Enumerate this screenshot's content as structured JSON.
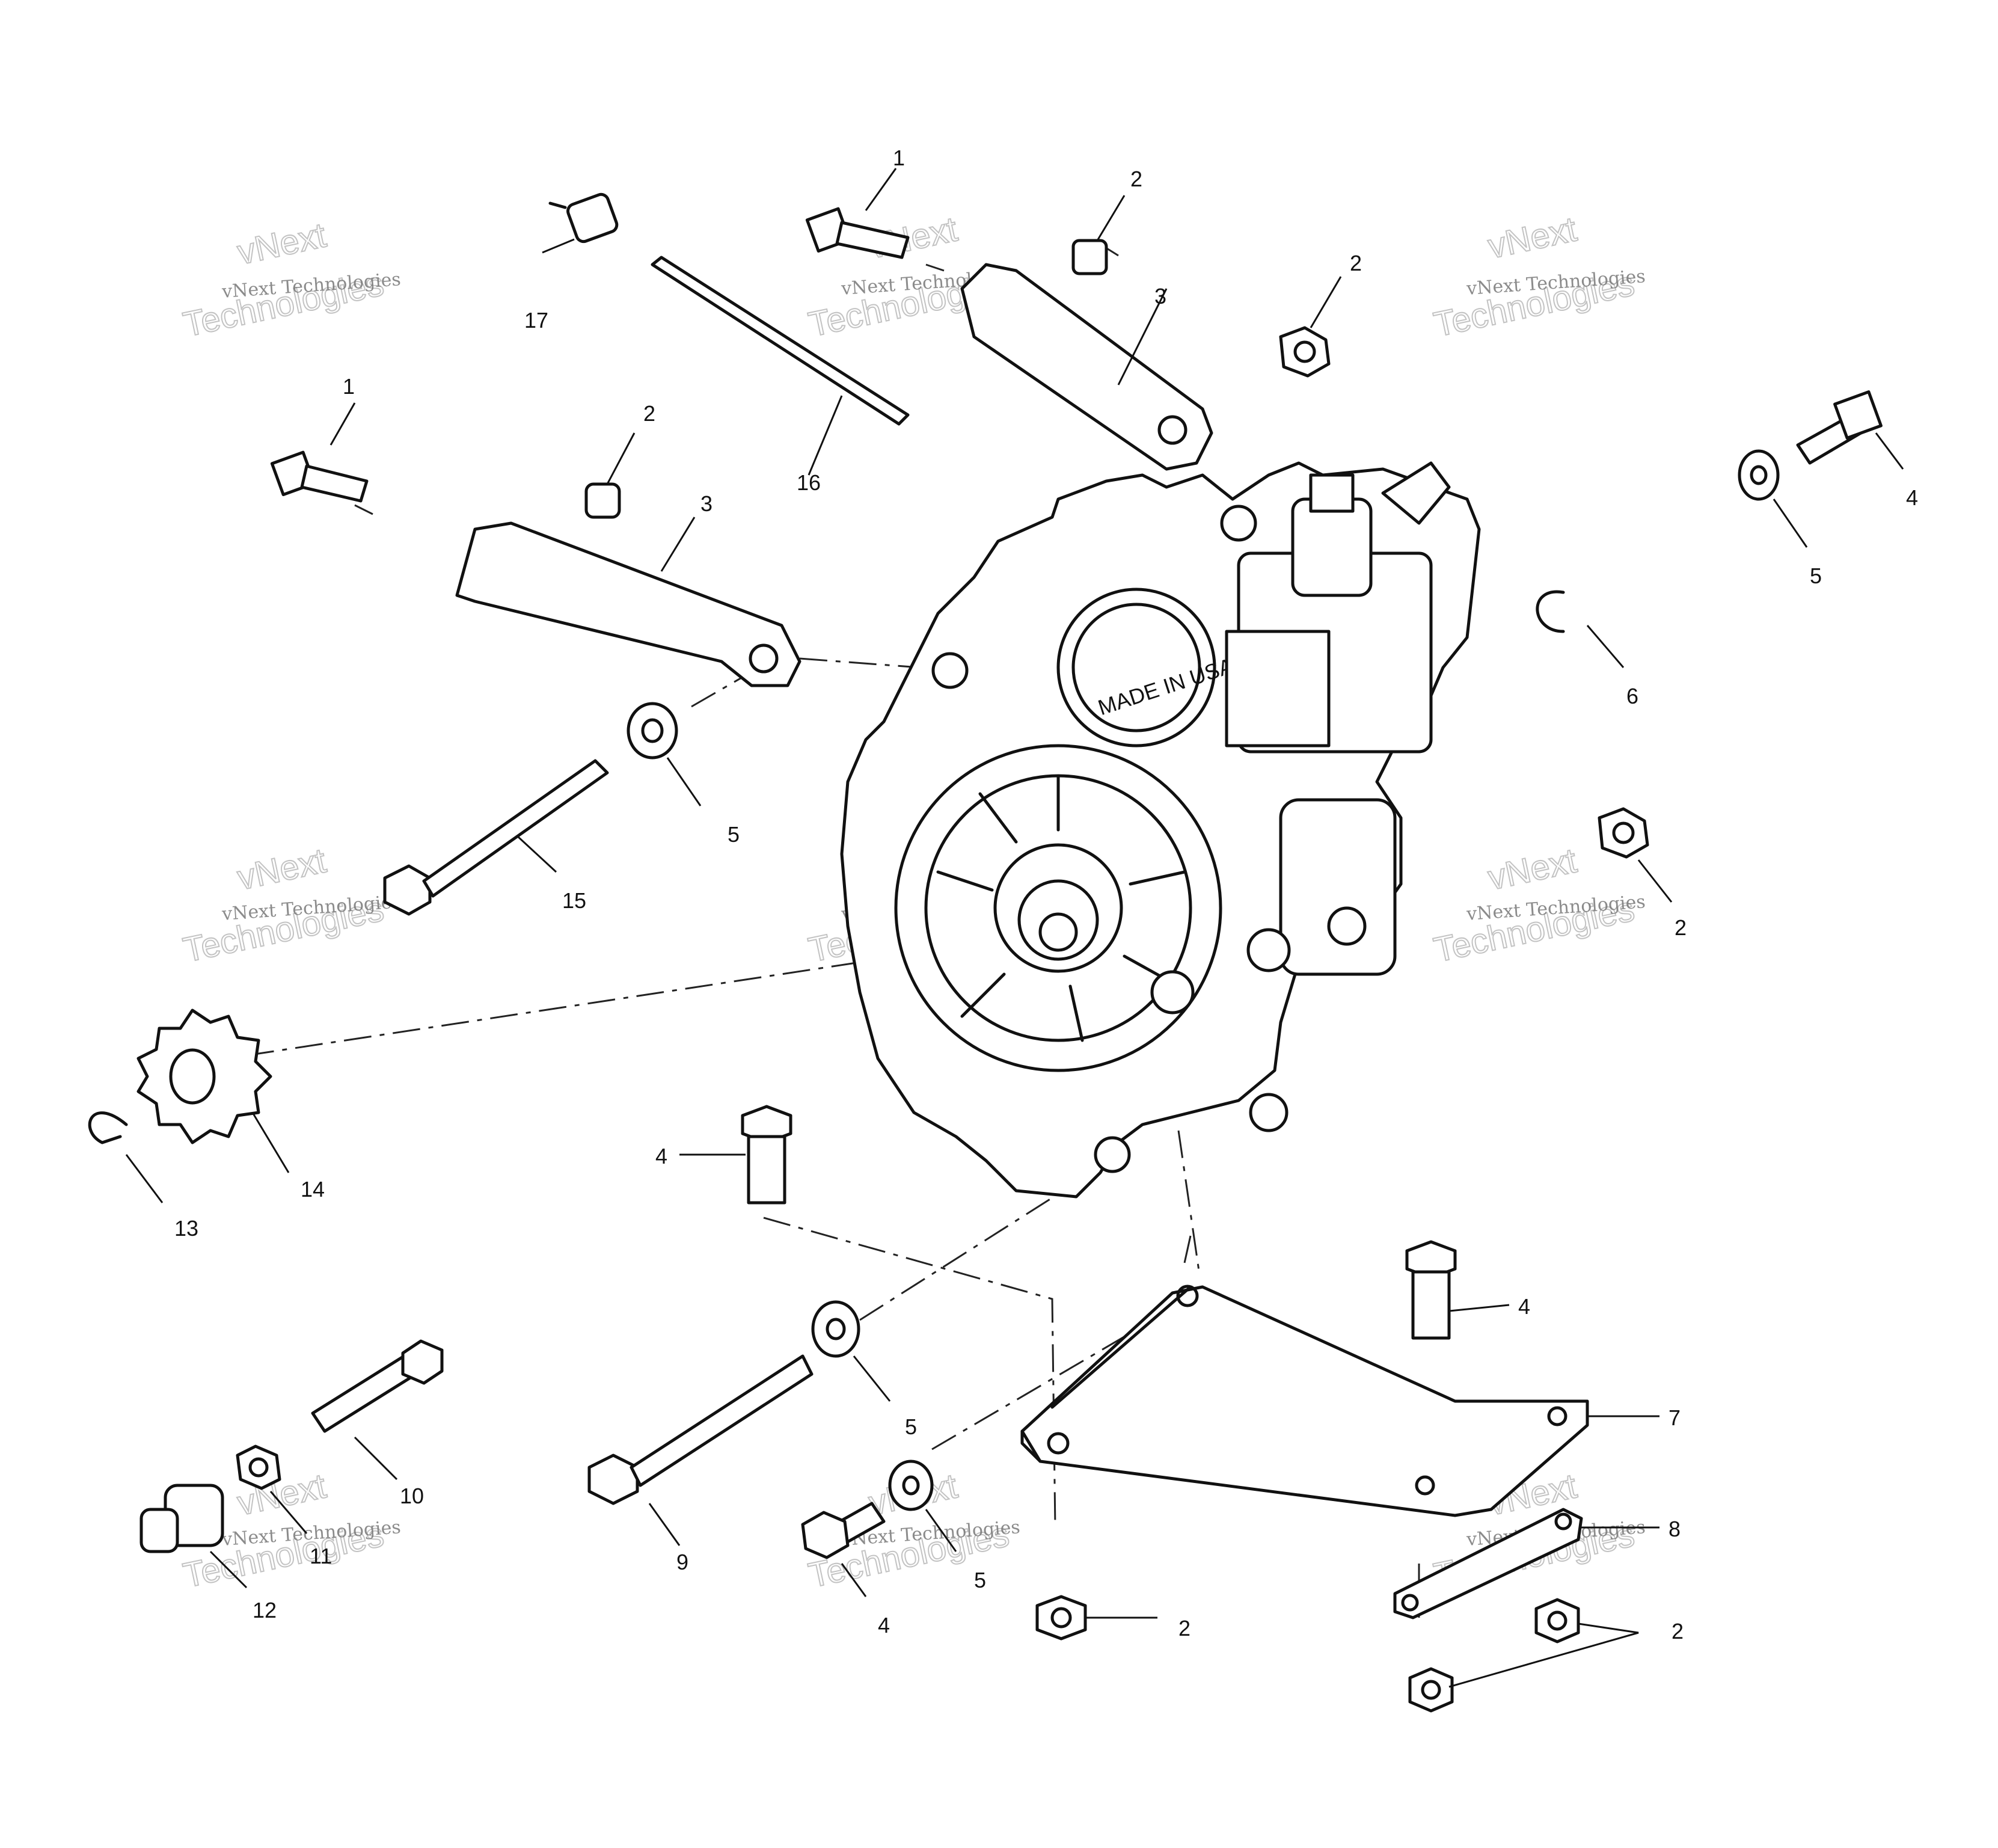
{
  "callouts": [
    {
      "key": "c1a",
      "text": "1"
    },
    {
      "key": "c2a",
      "text": "2"
    },
    {
      "key": "c2b",
      "text": "2"
    },
    {
      "key": "c3a",
      "text": "3"
    },
    {
      "key": "c17",
      "text": "17"
    },
    {
      "key": "c1b",
      "text": "1"
    },
    {
      "key": "c2c",
      "text": "2"
    },
    {
      "key": "c3b",
      "text": "3"
    },
    {
      "key": "c16",
      "text": "16"
    },
    {
      "key": "c4a",
      "text": "4"
    },
    {
      "key": "c5a",
      "text": "5"
    },
    {
      "key": "c6",
      "text": "6"
    },
    {
      "key": "c5b",
      "text": "5"
    },
    {
      "key": "c15",
      "text": "15"
    },
    {
      "key": "c2d",
      "text": "2"
    },
    {
      "key": "c14",
      "text": "14"
    },
    {
      "key": "c13",
      "text": "13"
    },
    {
      "key": "c4b",
      "text": "4"
    },
    {
      "key": "c4c",
      "text": "4"
    },
    {
      "key": "c7",
      "text": "7"
    },
    {
      "key": "c5c",
      "text": "5"
    },
    {
      "key": "c10",
      "text": "10"
    },
    {
      "key": "c9",
      "text": "9"
    },
    {
      "key": "c5d",
      "text": "5"
    },
    {
      "key": "c8",
      "text": "8"
    },
    {
      "key": "c11",
      "text": "11"
    },
    {
      "key": "c12",
      "text": "12"
    },
    {
      "key": "c4d",
      "text": "4"
    },
    {
      "key": "c2e",
      "text": "2"
    },
    {
      "key": "c2f",
      "text": "2"
    }
  ],
  "watermark": {
    "small": "vNext Technologies",
    "big_line1": "vNext",
    "big_line2": "Technologies"
  },
  "stamp_text": "MADE IN USA"
}
